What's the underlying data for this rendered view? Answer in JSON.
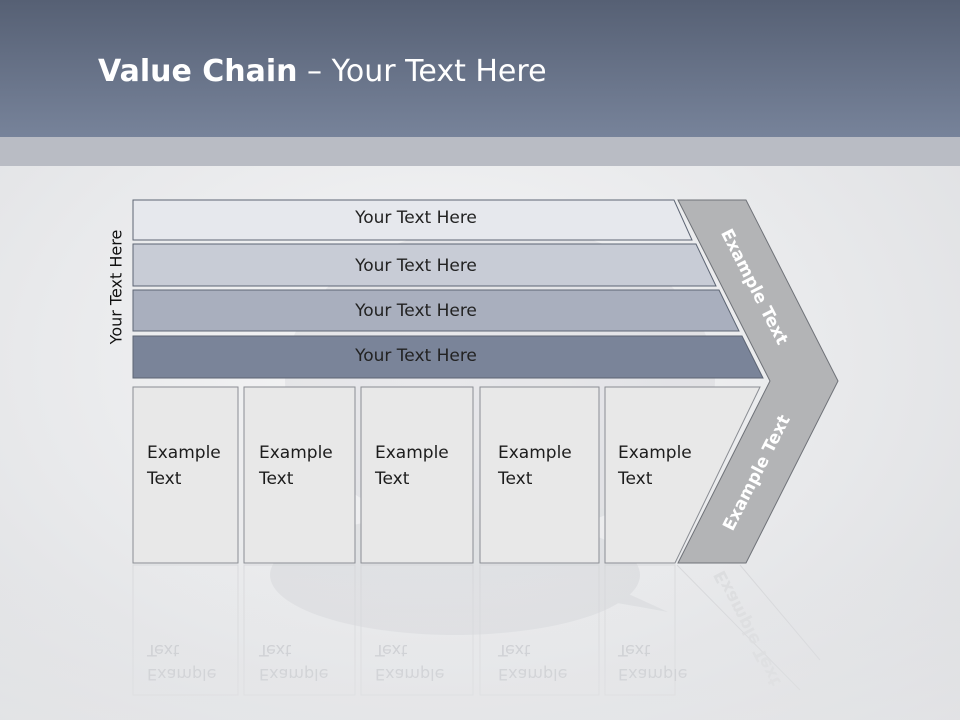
{
  "title": {
    "bold": "Value Chain",
    "regular": " – Your Text Here"
  },
  "side_label": "Your Text Here",
  "rows": [
    {
      "label": "Your Text Here",
      "color": "#e6e8ed"
    },
    {
      "label": "Your Text Here",
      "color": "#c8ccd6"
    },
    {
      "label": "Your Text Here",
      "color": "#a9afbe"
    },
    {
      "label": "Your Text Here",
      "color": "#7a8499"
    }
  ],
  "columns": [
    {
      "line1": "Example",
      "line2": "Text"
    },
    {
      "line1": "Example",
      "line2": "Text"
    },
    {
      "line1": "Example",
      "line2": "Text"
    },
    {
      "line1": "Example",
      "line2": "Text"
    },
    {
      "line1": "Example",
      "line2": "Text"
    }
  ],
  "chevron": {
    "upper_label": "Example Text",
    "lower_label": "Example Text",
    "color": "#b3b4b6"
  },
  "colors": {
    "header_top": "#566074",
    "header_bottom": "#77839a",
    "band": "#b9bcc4",
    "column_fill": "#e8e8e8"
  }
}
